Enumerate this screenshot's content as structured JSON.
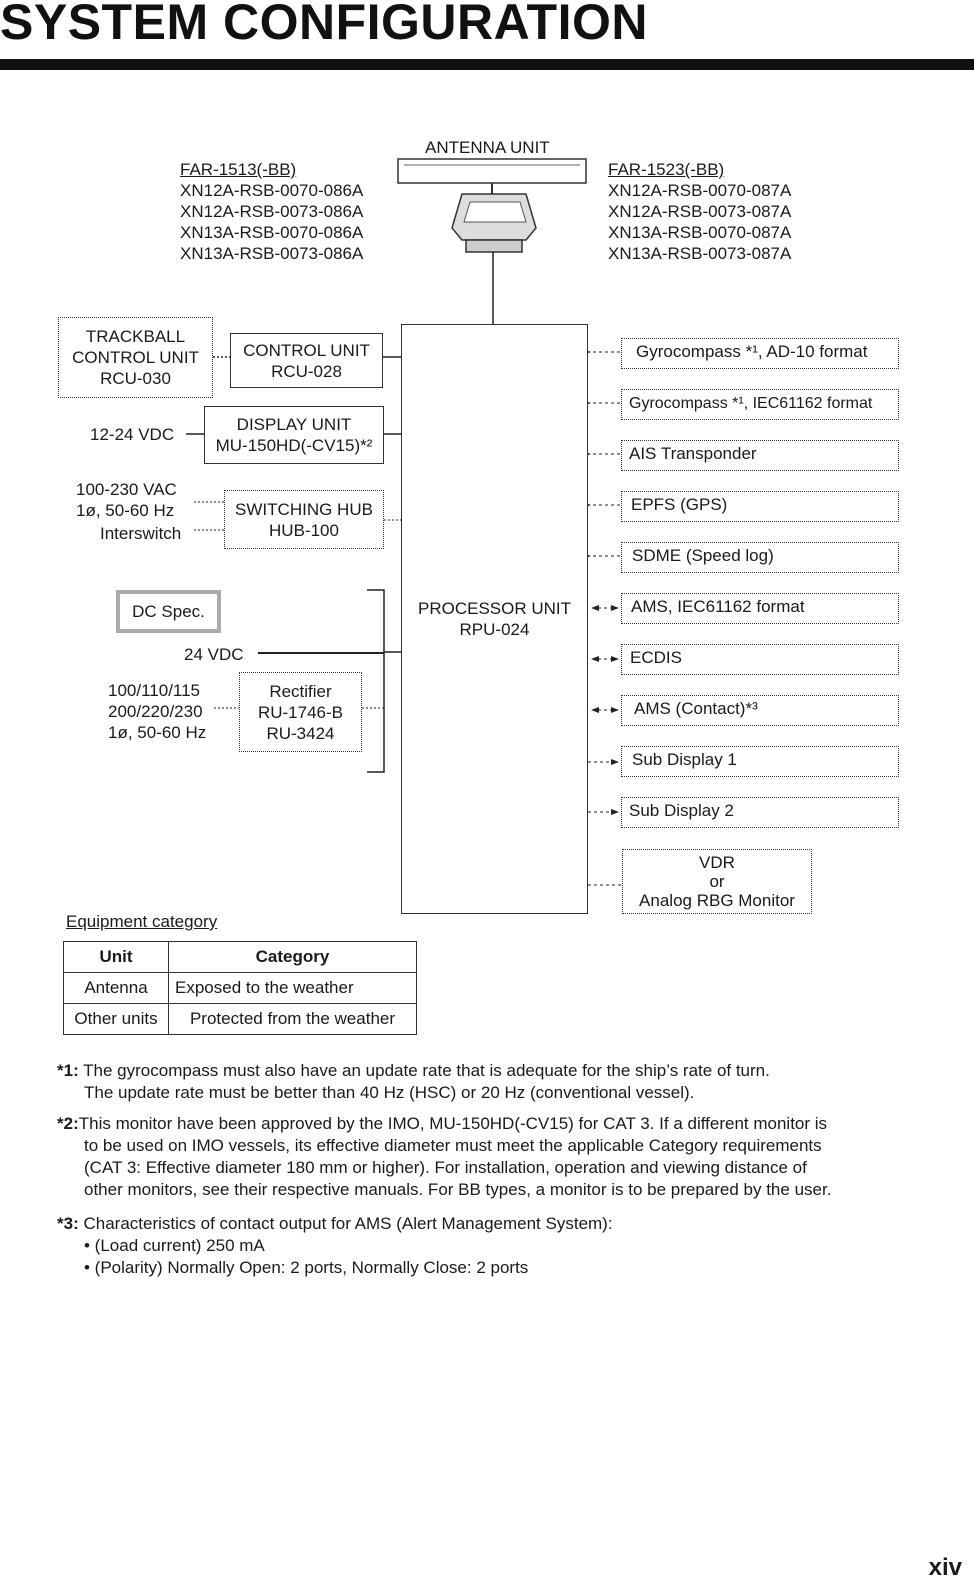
{
  "title": "SYSTEM CONFIGURATION",
  "antenna": {
    "label": "ANTENNA UNIT",
    "left_series": {
      "heading": "FAR-1513(-BB)",
      "models": [
        "XN12A-RSB-0070-086A",
        "XN12A-RSB-0073-086A",
        "XN13A-RSB-0070-086A",
        "XN13A-RSB-0073-086A"
      ]
    },
    "right_series": {
      "heading": "FAR-1523(-BB)",
      "models": [
        "XN12A-RSB-0070-087A",
        "XN12A-RSB-0073-087A",
        "XN13A-RSB-0070-087A",
        "XN13A-RSB-0073-087A"
      ]
    }
  },
  "left_units": {
    "trackball": [
      "TRACKBALL",
      "CONTROL UNIT",
      "RCU-030"
    ],
    "control": [
      "CONTROL UNIT",
      "RCU-028"
    ],
    "display": [
      "DISPLAY UNIT",
      "MU-150HD(-CV15)*²"
    ],
    "display_power": "12-24 VDC",
    "hub": [
      "SWITCHING HUB",
      "HUB-100"
    ],
    "hub_power": [
      "100-230 VAC",
      "1ø, 50-60 Hz"
    ],
    "hub_interswitch": "Interswitch",
    "dc_spec": "DC Spec.",
    "vdc24": "24 VDC",
    "rectifier": [
      "Rectifier",
      "RU-1746-B",
      "RU-3424"
    ],
    "rectifier_power": [
      "100/110/115",
      "200/220/230",
      "1ø, 50-60 Hz"
    ]
  },
  "processor": [
    "PROCESSOR UNIT",
    "RPU-024"
  ],
  "right_units": [
    "Gyrocompass *¹, AD-10 format",
    "Gyrocompass *¹, IEC61162 format",
    "AIS Transponder",
    "EPFS (GPS)",
    "SDME (Speed log)",
    "AMS, IEC61162 format",
    "ECDIS",
    "AMS (Contact)*³",
    "Sub Display 1",
    "Sub Display 2"
  ],
  "vdr": [
    "VDR",
    "or",
    "Analog RBG Monitor"
  ],
  "equipment": {
    "heading": "Equipment category",
    "columns": [
      "Unit",
      "Category"
    ],
    "rows": [
      [
        "Antenna",
        "Exposed to the weather"
      ],
      [
        "Other units",
        "Protected from the weather"
      ]
    ]
  },
  "notes": [
    {
      "mark": "*1:",
      "lines": [
        "The gyrocompass must also have an update rate that is adequate for the ship’s rate of turn.",
        "The update rate must be better than 40 Hz (HSC) or 20 Hz (conventional vessel)."
      ]
    },
    {
      "mark": "*2:",
      "lines": [
        "This monitor have been approved by the IMO, MU-150HD(-CV15) for CAT 3. If a different monitor is",
        "to be used on IMO vessels, its effective diameter must meet the applicable Category requirements",
        "(CAT 3: Effective diameter 180 mm or higher). For installation, operation and viewing distance of",
        "other monitors, see their respective manuals. For BB types, a monitor is to be prepared by the user."
      ]
    },
    {
      "mark": "*3:",
      "lines": [
        "Characteristics of contact output for AMS (Alert Management System):",
        "• (Load current) 250 mA",
        "• (Polarity) Normally Open: 2 ports, Normally Close: 2 ports"
      ]
    }
  ],
  "page_number": "xiv"
}
